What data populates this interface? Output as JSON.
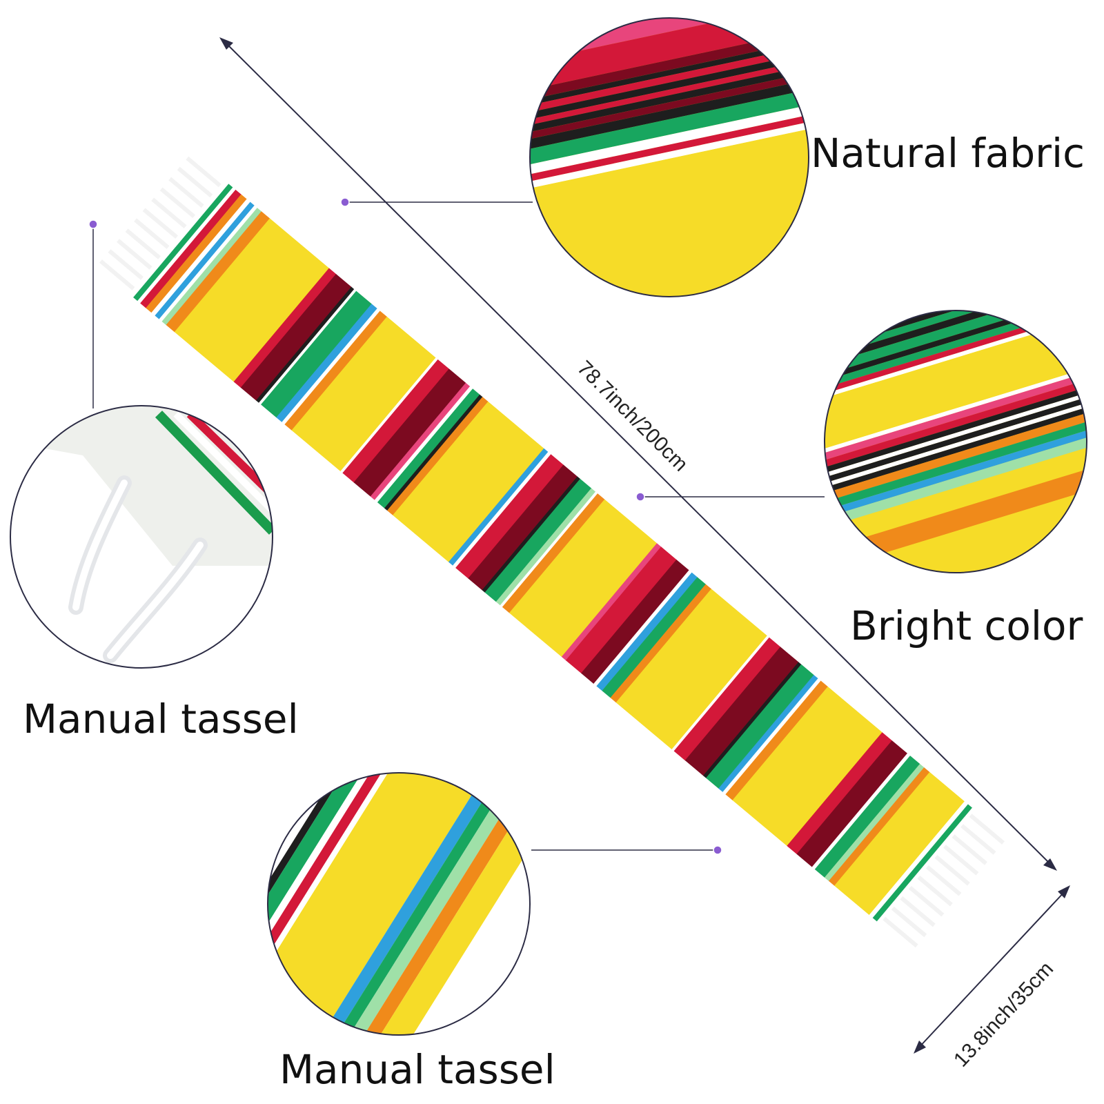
{
  "labels": {
    "natural_fabric": "Natural fabric",
    "bright_color": "Bright color",
    "manual_tassel_left": "Manual tassel",
    "manual_tassel_bottom": "Manual tassel"
  },
  "dimensions": {
    "length": "78.7inch/200cm",
    "width": "13.8inch/35cm"
  },
  "colors": {
    "stripe_palette": [
      "#f6dc28",
      "#d31839",
      "#7c0a20",
      "#18a65f",
      "#f08a1a",
      "#2fa0dd",
      "#ffffff",
      "#1e1e1e",
      "#e8457c",
      "#9fe0a8"
    ],
    "callout_line": "#2b2b44",
    "dot": "#8a5cd1",
    "tassel": "#f2f2f2"
  }
}
